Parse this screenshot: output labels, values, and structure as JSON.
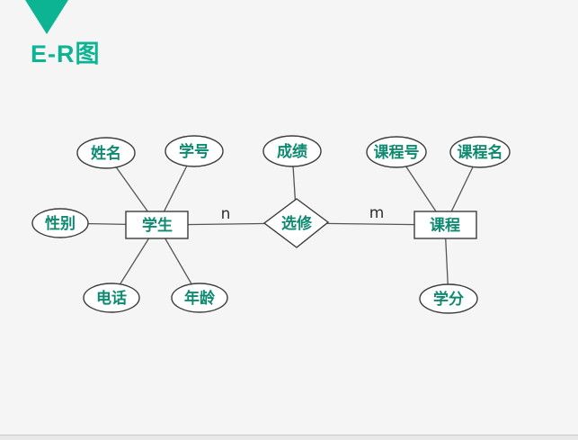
{
  "slide": {
    "title": "E-R图"
  },
  "colors": {
    "accent": "#0db493",
    "diagram_text": "#0e8a71",
    "connector_line": "#555555",
    "shape_border": "#3c3c3c",
    "shape_fill": "#ffffff",
    "background": "#f5f5f6"
  },
  "diagram": {
    "type": "entity-relationship",
    "entities": [
      {
        "label": "学生"
      },
      {
        "label": "课程"
      }
    ],
    "relationship": {
      "label": "选修"
    },
    "attributes": [
      {
        "label": "姓名",
        "of": "学生"
      },
      {
        "label": "学号",
        "of": "学生"
      },
      {
        "label": "性别",
        "of": "学生"
      },
      {
        "label": "电话",
        "of": "学生"
      },
      {
        "label": "年龄",
        "of": "学生"
      },
      {
        "label": "成绩",
        "of": "选修"
      },
      {
        "label": "课程号",
        "of": "课程"
      },
      {
        "label": "课程名",
        "of": "课程"
      },
      {
        "label": "学分",
        "of": "课程"
      }
    ],
    "cardinality": {
      "left": "n",
      "right": "m"
    }
  }
}
